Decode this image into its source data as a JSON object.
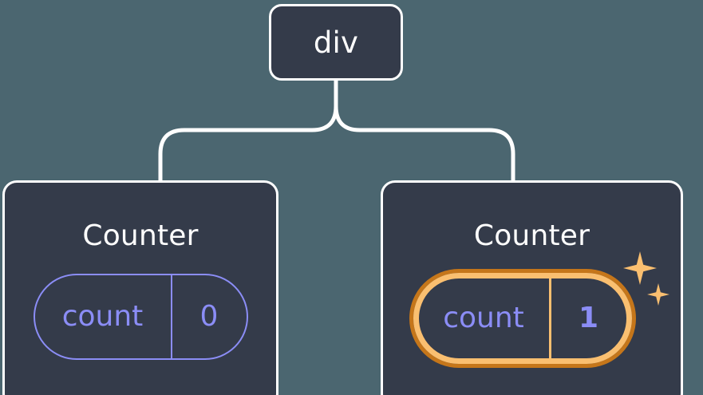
{
  "diagram": {
    "type": "component-tree",
    "background_color": "#4b6670",
    "node_fill_color": "#343b4a",
    "node_border_color": "#ffffff",
    "connector_color": "#ffffff",
    "state_color": "#8b8df6",
    "highlight_color": "#fabf70",
    "highlight_ring_color": "#c5761a"
  },
  "root": {
    "label": "div"
  },
  "children": [
    {
      "title": "Counter",
      "state": {
        "key": "count",
        "value": "0"
      },
      "highlighted": false
    },
    {
      "title": "Counter",
      "state": {
        "key": "count",
        "value": "1"
      },
      "highlighted": true,
      "sparkle_big": "sparkle-icon",
      "sparkle_small": "sparkle-icon"
    }
  ]
}
